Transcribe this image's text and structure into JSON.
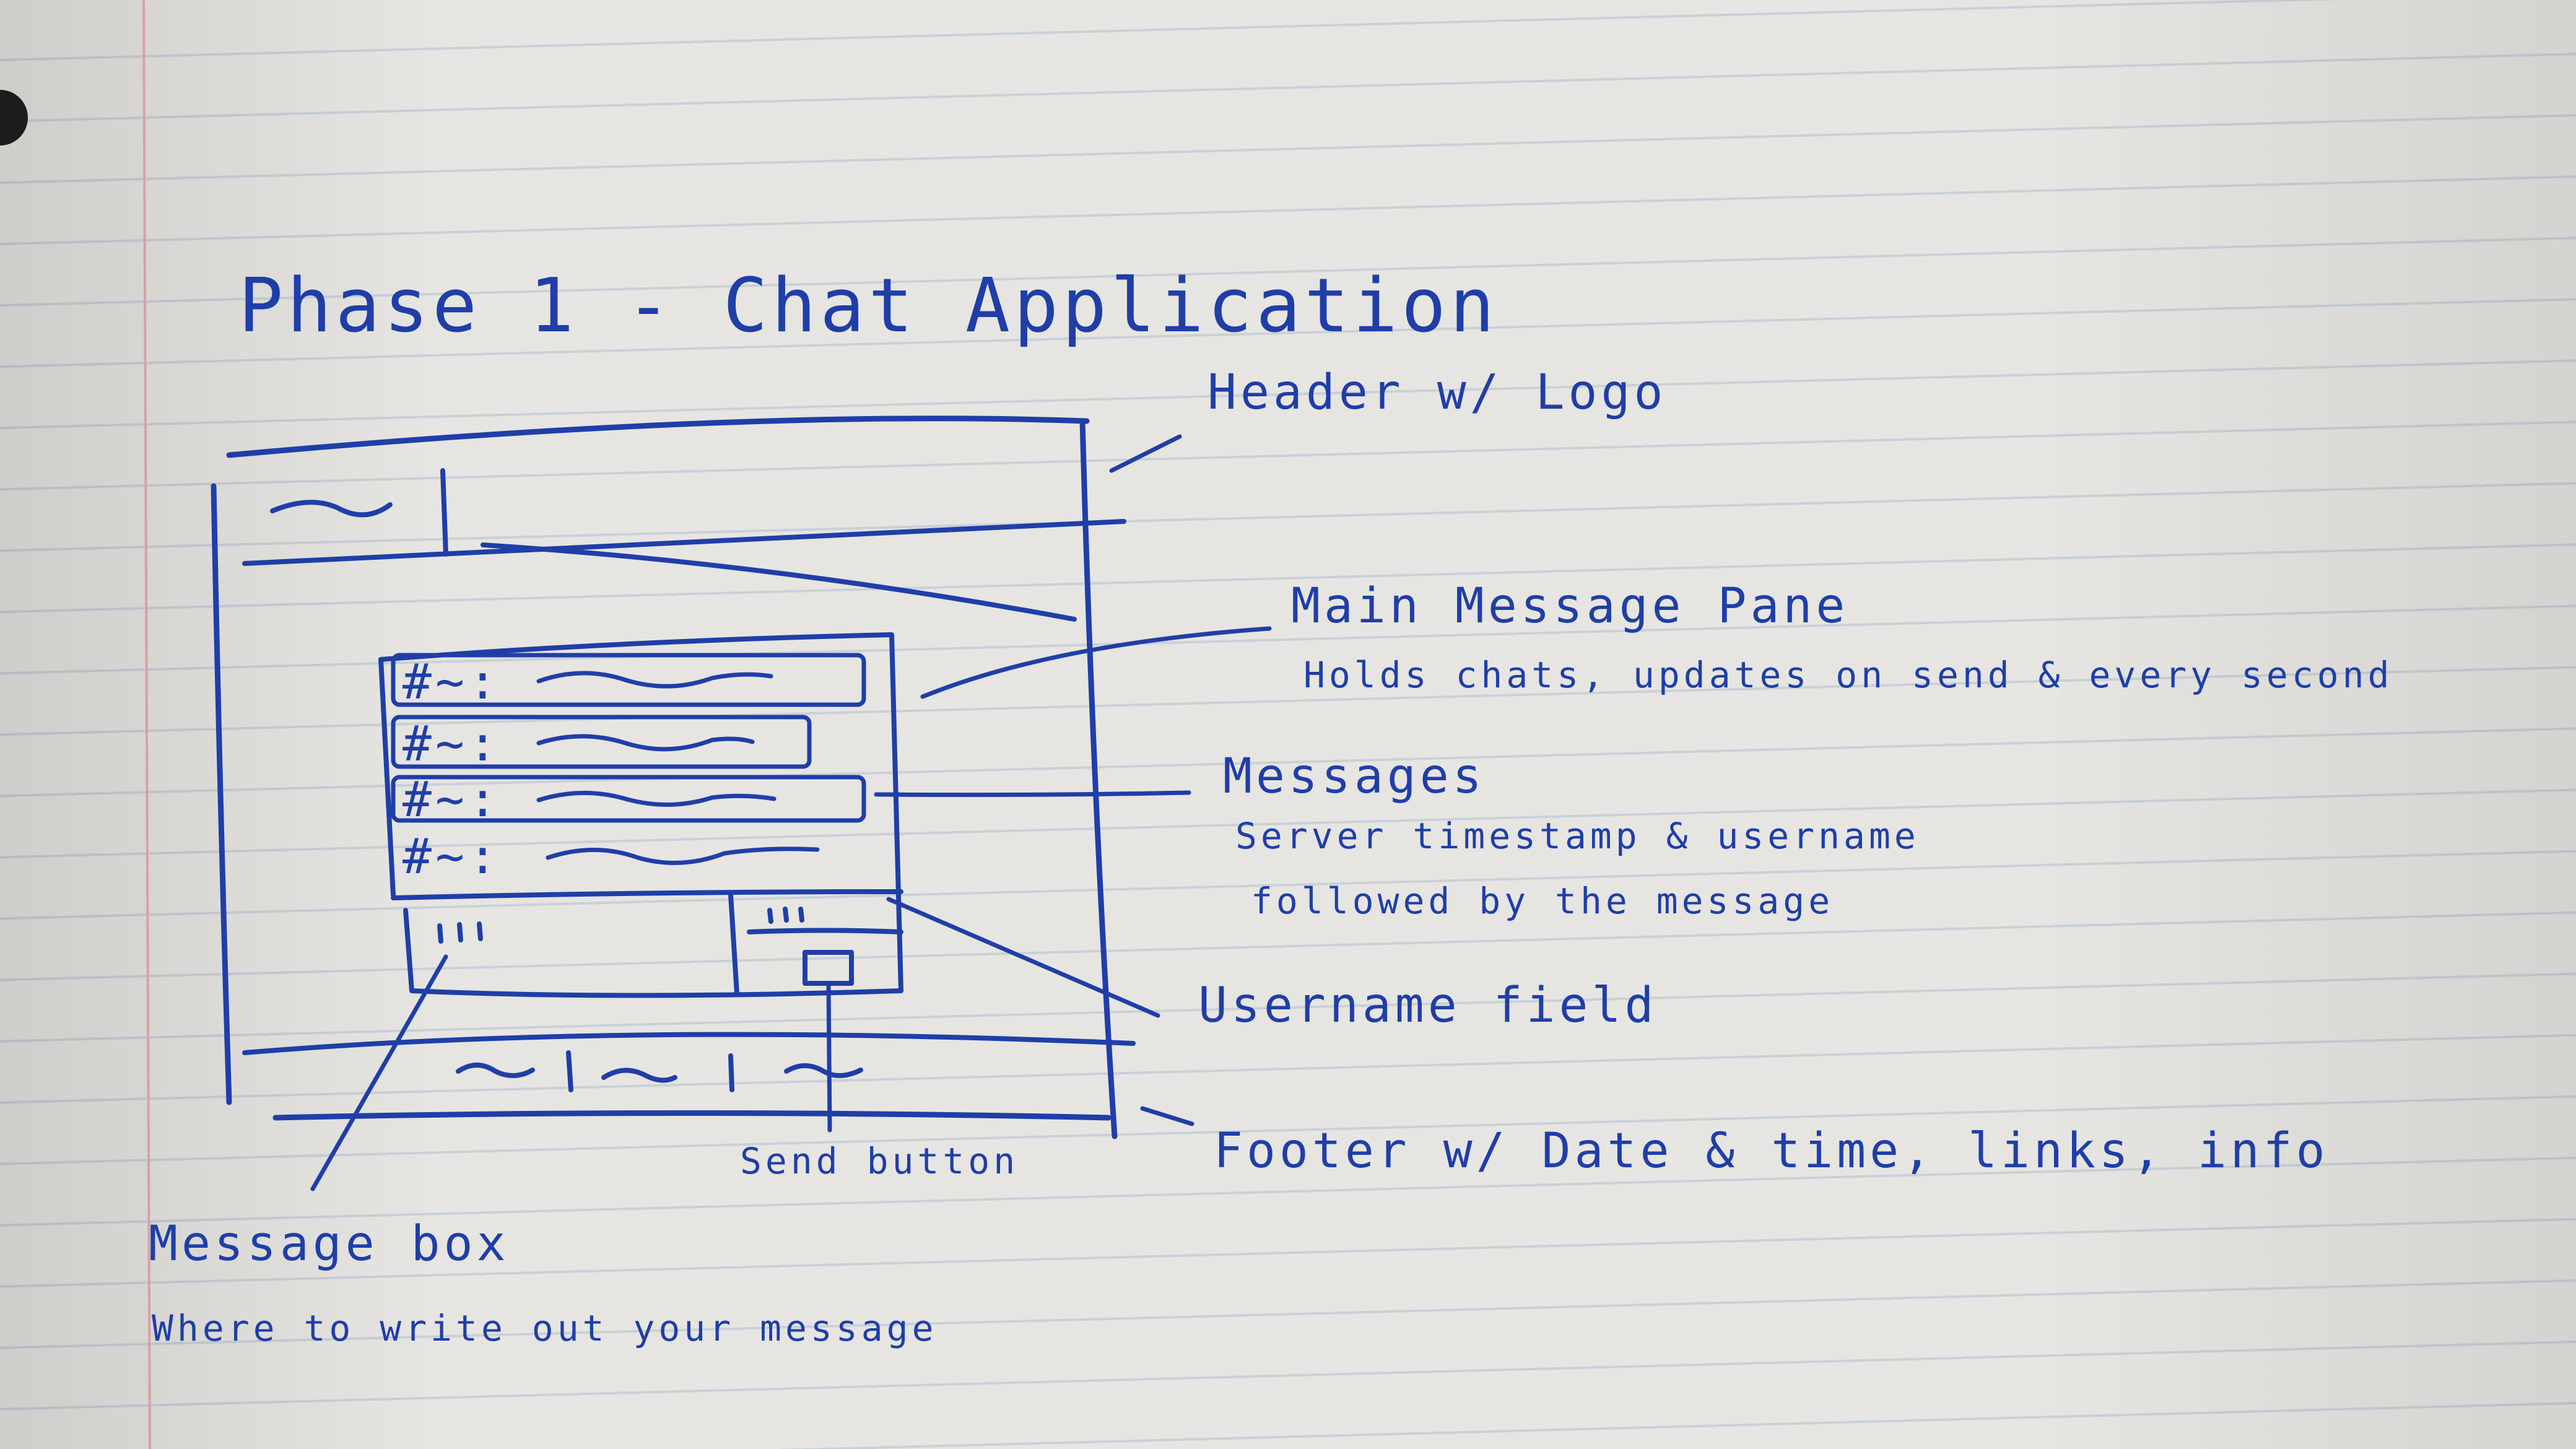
{
  "title": "Phase 1 - Chat Application",
  "labels": {
    "header": "Header w/ Logo",
    "main_pane": "Main Message Pane",
    "main_pane_note": "Holds chats, updates on send & every second",
    "messages": "Messages",
    "messages_note_1": "Server timestamp & username",
    "messages_note_2": "followed by the message",
    "username_field": "Username field",
    "footer": "Footer w/ Date & time, links, info",
    "send_button": "Send button",
    "message_box": "Message box",
    "message_box_note": "Where to write out your message"
  },
  "sketch": {
    "message_rows": [
      {
        "prefix": "#~:"
      },
      {
        "prefix": "#~:"
      },
      {
        "prefix": "#~:"
      },
      {
        "prefix": "#~:"
      }
    ],
    "ink_color": "#1f3ea8",
    "paper_color": "#e6e5e1",
    "margin_line_color": "#d8a0a8"
  }
}
